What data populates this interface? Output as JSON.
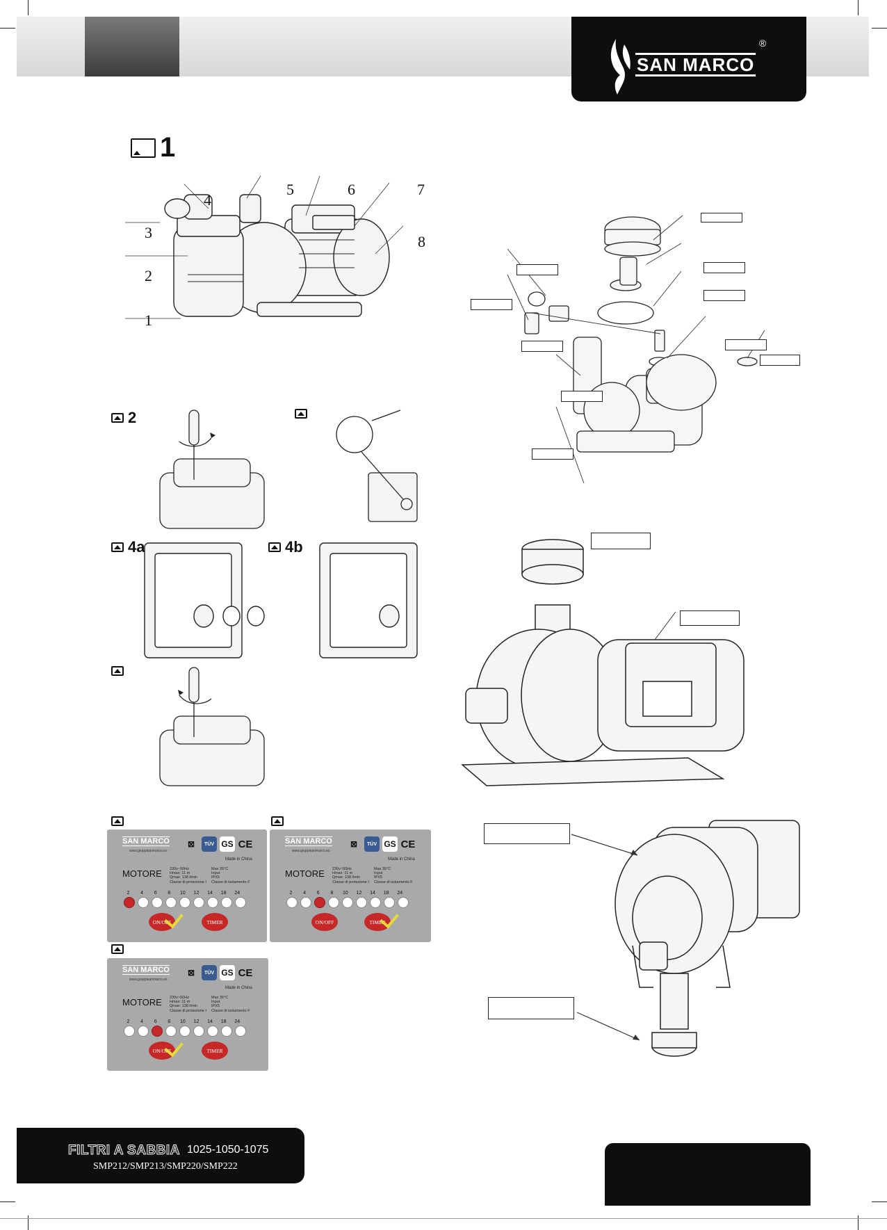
{
  "header": {
    "brand": "SAN MARCO",
    "reg_mark": "®"
  },
  "figures": {
    "fig1": "1",
    "fig1_numbers": [
      "1",
      "2",
      "3",
      "4",
      "5",
      "6",
      "7",
      "8"
    ],
    "fig2": "2",
    "fig3": "",
    "fig4a": "4a",
    "fig4b": "4b",
    "fig5": "",
    "fig6": "",
    "fig7": "",
    "fig8": ""
  },
  "plates": [
    {
      "brand": "SAN MARCO",
      "url": "www.gruppisanmarco.es",
      "made_in": "Made in China",
      "motore": "MOTORE",
      "spec_left": "230v~50Hz\nHmax: 11 m\nQmax: 138 l/min\nClasse di protezione I",
      "spec_right": "Max 35°C\nInput\nIPX5\nClasse di isolamento F",
      "hours": [
        "2",
        "4",
        "6",
        "8",
        "10",
        "12",
        "14",
        "18",
        "24"
      ],
      "active_hour_index": 0,
      "btn_on": "ON/OFF",
      "btn_timer": "TIMER",
      "checked": "on"
    },
    {
      "brand": "SAN MARCO",
      "url": "www.gruppisanmarco.es",
      "made_in": "Made in China",
      "motore": "MOTORE",
      "spec_left": "230v~50Hz\nHmax: 11 m\nQmax: 138 l/min\nClasse di protezione I",
      "spec_right": "Max 35°C\nInput\nIPX5\nClasse di isolamento F",
      "hours": [
        "2",
        "4",
        "6",
        "8",
        "10",
        "12",
        "14",
        "18",
        "24"
      ],
      "active_hour_index": 2,
      "btn_on": "ON/OFF",
      "btn_timer": "TIMER",
      "checked": "timer"
    },
    {
      "brand": "SAN MARCO",
      "url": "www.gruppisanmarco.es",
      "made_in": "Made in China",
      "motore": "MOTORE",
      "spec_left": "230v~50Hz\nHmax: 11 m\nQmax: 138 l/min\nClasse di protezione I",
      "spec_right": "Max 35°C\nInput\nIPX5\nClasse di isolamento F",
      "hours": [
        "2",
        "4",
        "6",
        "8",
        "10",
        "12",
        "14",
        "18",
        "24"
      ],
      "active_hour_index": 2,
      "btn_on": "ON/OFF",
      "btn_timer": "TIMER",
      "checked": "on"
    }
  ],
  "footer": {
    "title": "FILTRI A SABBIA",
    "models": "1025-1050-1075",
    "codes": "SMP212/SMP213/SMP220/SMP222"
  },
  "colors": {
    "plate_bg": "#a8a9ab",
    "button_red": "#c62828",
    "check_yellow": "#e8d93a",
    "dark": "#0e0e0e"
  }
}
